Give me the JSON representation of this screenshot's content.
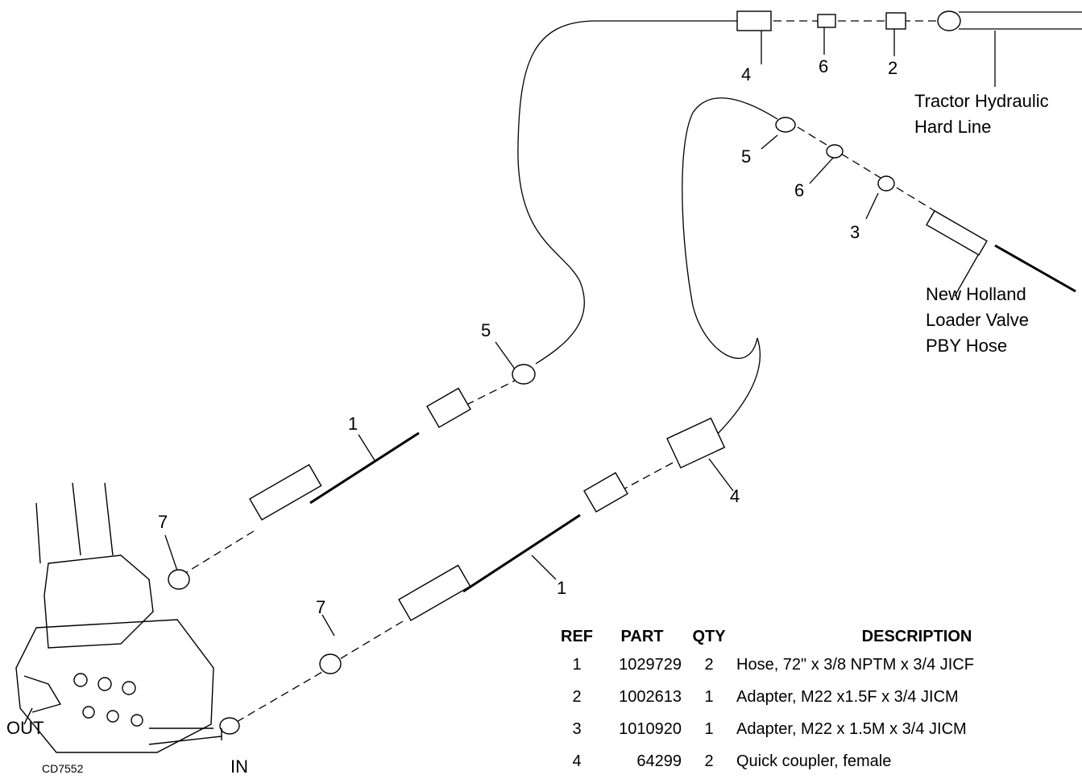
{
  "callouts": {
    "top_4": "4",
    "top_6": "6",
    "top_2": "2",
    "mid_5": "5",
    "mid_6": "6",
    "mid_3": "3",
    "left_5": "5",
    "left_1": "1",
    "lower_1": "1",
    "lower_4": "4",
    "valve_7_top": "7",
    "valve_7_bottom": "7"
  },
  "labels": {
    "tractor_line": [
      "Tractor Hydraulic",
      "Hard Line"
    ],
    "loader_hose": [
      "New Holland",
      "Loader Valve",
      "PBY Hose"
    ],
    "out": "OUT",
    "in": "IN",
    "drawing_code": "CD7552"
  },
  "parts_table": {
    "headers": {
      "ref": "REF",
      "part": "PART",
      "qty": "QTY",
      "description": "DESCRIPTION"
    },
    "rows": [
      {
        "ref": "1",
        "part": "1029729",
        "qty": "2",
        "description": "Hose, 72\" x 3/8 NPTM x 3/4 JICF"
      },
      {
        "ref": "2",
        "part": "1002613",
        "qty": "1",
        "description": "Adapter, M22 x1.5F x 3/4 JICM"
      },
      {
        "ref": "3",
        "part": "1010920",
        "qty": "1",
        "description": "Adapter, M22 x 1.5M x 3/4 JICM"
      },
      {
        "ref": "4",
        "part": "64299",
        "qty": "2",
        "description": "Quick coupler, female"
      }
    ]
  }
}
